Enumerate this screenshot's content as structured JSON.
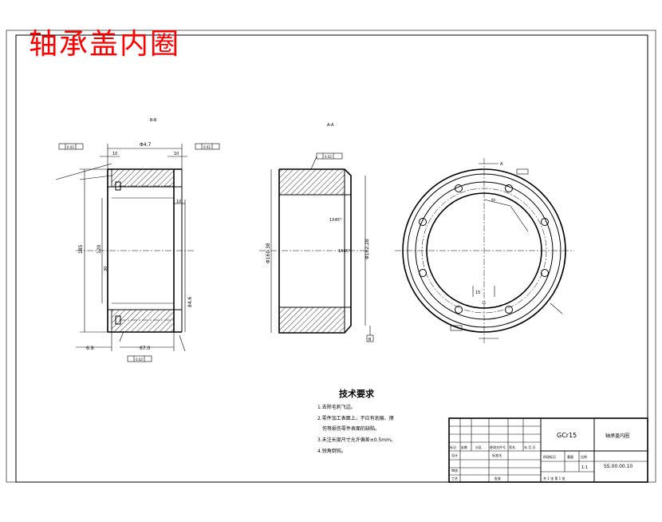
{
  "drawing_title": "轴承盖内圈",
  "view_labels": {
    "section_b": "B-B",
    "section_a": "A-A"
  },
  "dimensions": {
    "left_top": "Φ4.7",
    "left_top_10a": "10",
    "left_top_10b": "10",
    "left_side_10": "10",
    "left_dia_big": "185",
    "left_dia_inner": "120",
    "left_30": "30",
    "left_bottom_6": "6.9",
    "left_bottom_67": "67.0",
    "left_right_84": "84.6",
    "mid_left_dia": "Φ160.38",
    "mid_chamfer_top": "1X45°",
    "mid_chamfer_mid": "1X45°",
    "mid_right_dia": "Φ162.28",
    "right_15": "15",
    "right_60": "60",
    "right_15b": "15"
  },
  "tolerance_boxes": [
    "0.02",
    "0.02",
    "0.02",
    "0.02"
  ],
  "datum_labels": [
    "A",
    "B"
  ],
  "tech_requirements": {
    "heading": "技术要求",
    "items": [
      "1.去除毛刺飞边。",
      "2.零件加工表面上，不应有划痕、擦",
      "伤等损伤零件表面的缺陷。",
      "3.未注长度尺寸允许偏差±0.5mm。",
      "4.锐角倒钝。"
    ]
  },
  "title_block": {
    "material": "GCr15",
    "part_name": "轴承盖内圈",
    "drawing_no": "SS.00.00.10",
    "scale": "1:1",
    "sheet_info": "共 1 张  第 1 张",
    "labels": [
      "标记",
      "处数",
      "分区",
      "更改文件号",
      "签名",
      "年.月.日",
      "设计",
      "标准化",
      "阶段标记",
      "重量",
      "比例",
      "审核",
      "工艺",
      "批准"
    ]
  }
}
